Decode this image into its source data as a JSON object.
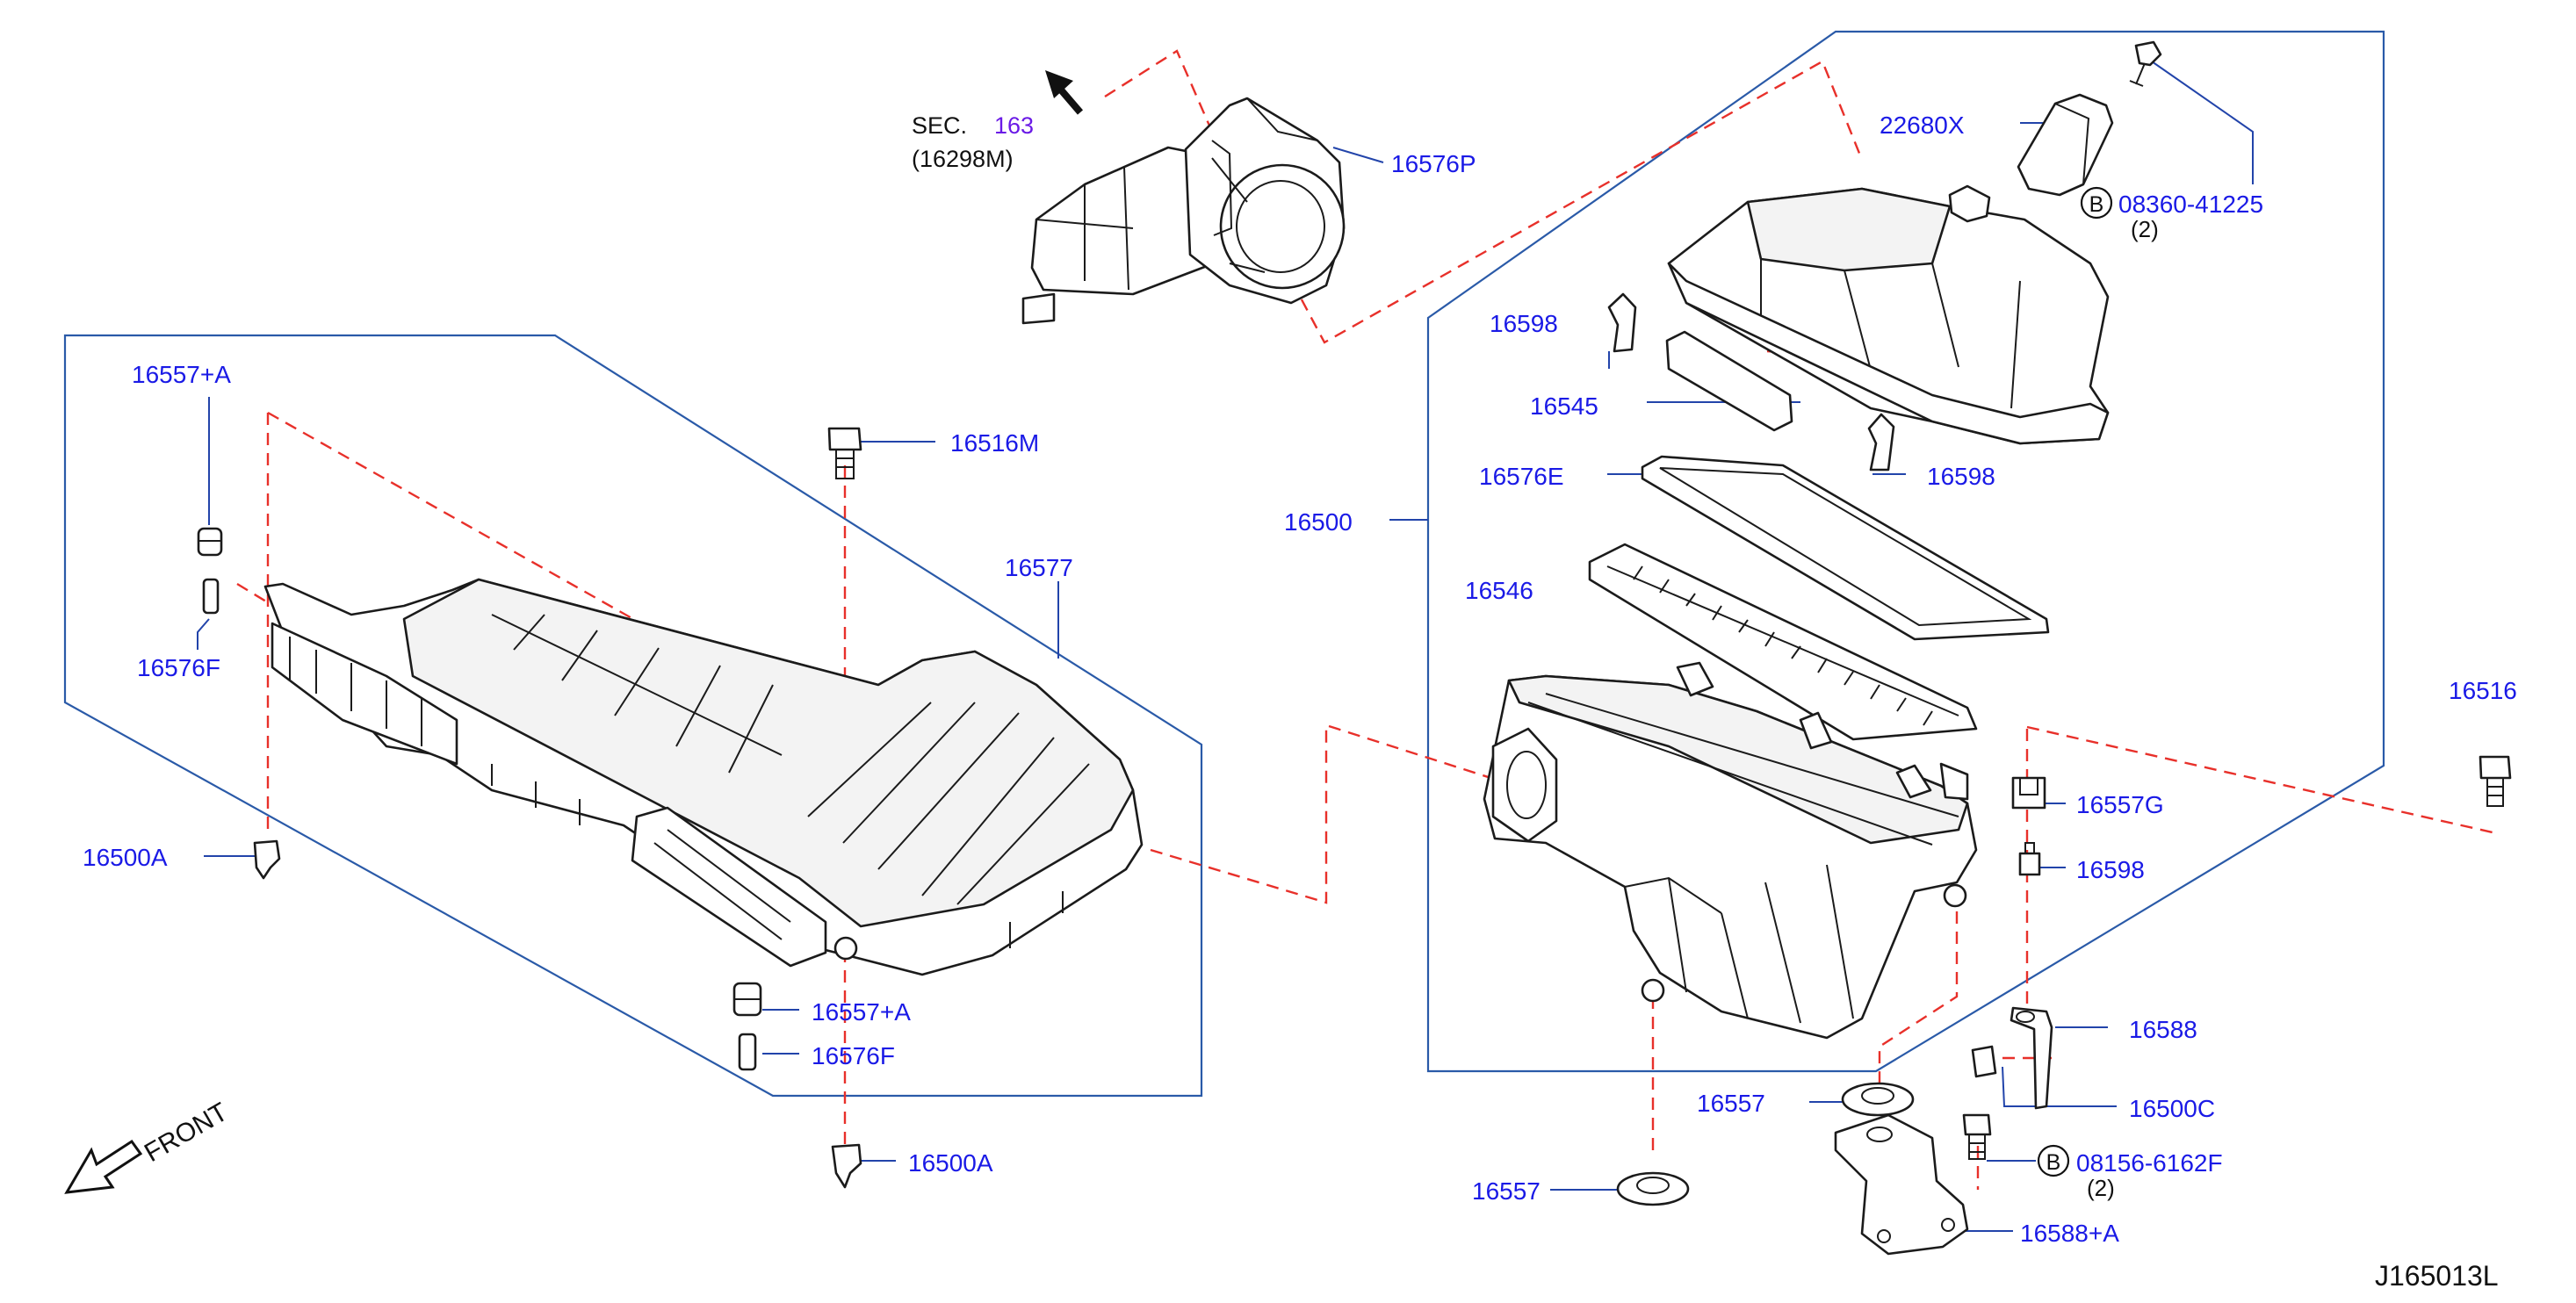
{
  "diagram": {
    "drawing_number": "J165013L",
    "front_label": "FRONT",
    "section_ref": {
      "prefix": "SEC.",
      "number": "163",
      "sub": "(16298M)"
    },
    "bolt_marker": "B",
    "callouts": {
      "p16557a_top": "16557+A",
      "p16576f_top": "16576F",
      "p16500a_left": "16500A",
      "p16516m": "16516M",
      "p16577": "16577",
      "p16557a_bottom": "16557+A",
      "p16576f_bottom": "16576F",
      "p16500a_bottom": "16500A",
      "p16576p": "16576P",
      "p22680x": "22680X",
      "p08360": "08360-41225",
      "p08360_qty": "(2)",
      "p16598_top": "16598",
      "p16545": "16545",
      "p16598_mid": "16598",
      "p16576e": "16576E",
      "p16500": "16500",
      "p16546": "16546",
      "p16516": "16516",
      "p16557g": "16557G",
      "p16598_right": "16598",
      "p16588": "16588",
      "p16500c": "16500C",
      "p16557_mid": "16557",
      "p16557_low": "16557",
      "p08156": "08156-6162F",
      "p08156_qty": "(2)",
      "p16588a": "16588+A"
    }
  }
}
